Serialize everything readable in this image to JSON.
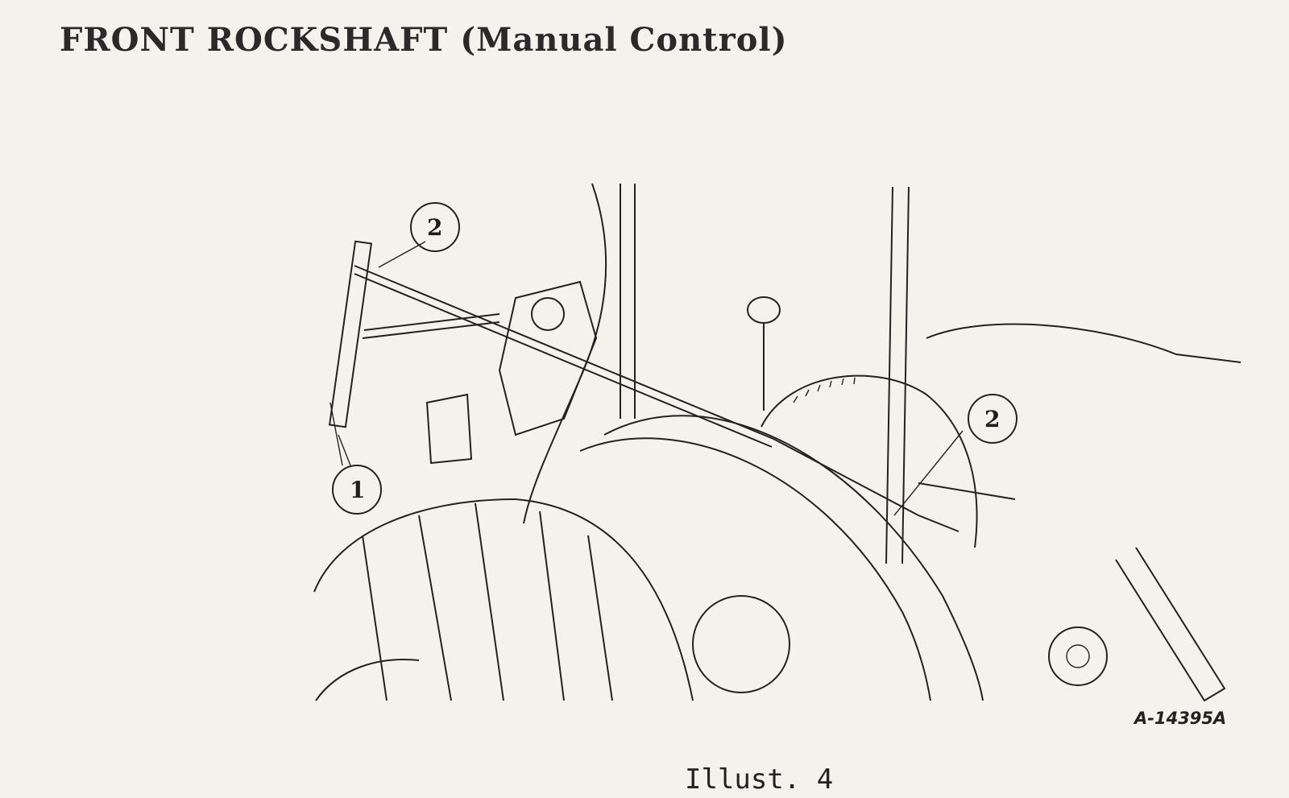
{
  "header": {
    "title": "FRONT ROCKSHAFT (Manual Control)"
  },
  "figure": {
    "id": "A-14395A",
    "caption": "Illust. 4",
    "callouts": [
      {
        "label": "2"
      },
      {
        "label": "1"
      },
      {
        "label": "2"
      }
    ]
  },
  "icons": {
    "drawing": "tractor-line-art",
    "callout_marker": "circled-number"
  },
  "colors": {
    "paper": "#f4f2ec",
    "ink": "#222222"
  }
}
